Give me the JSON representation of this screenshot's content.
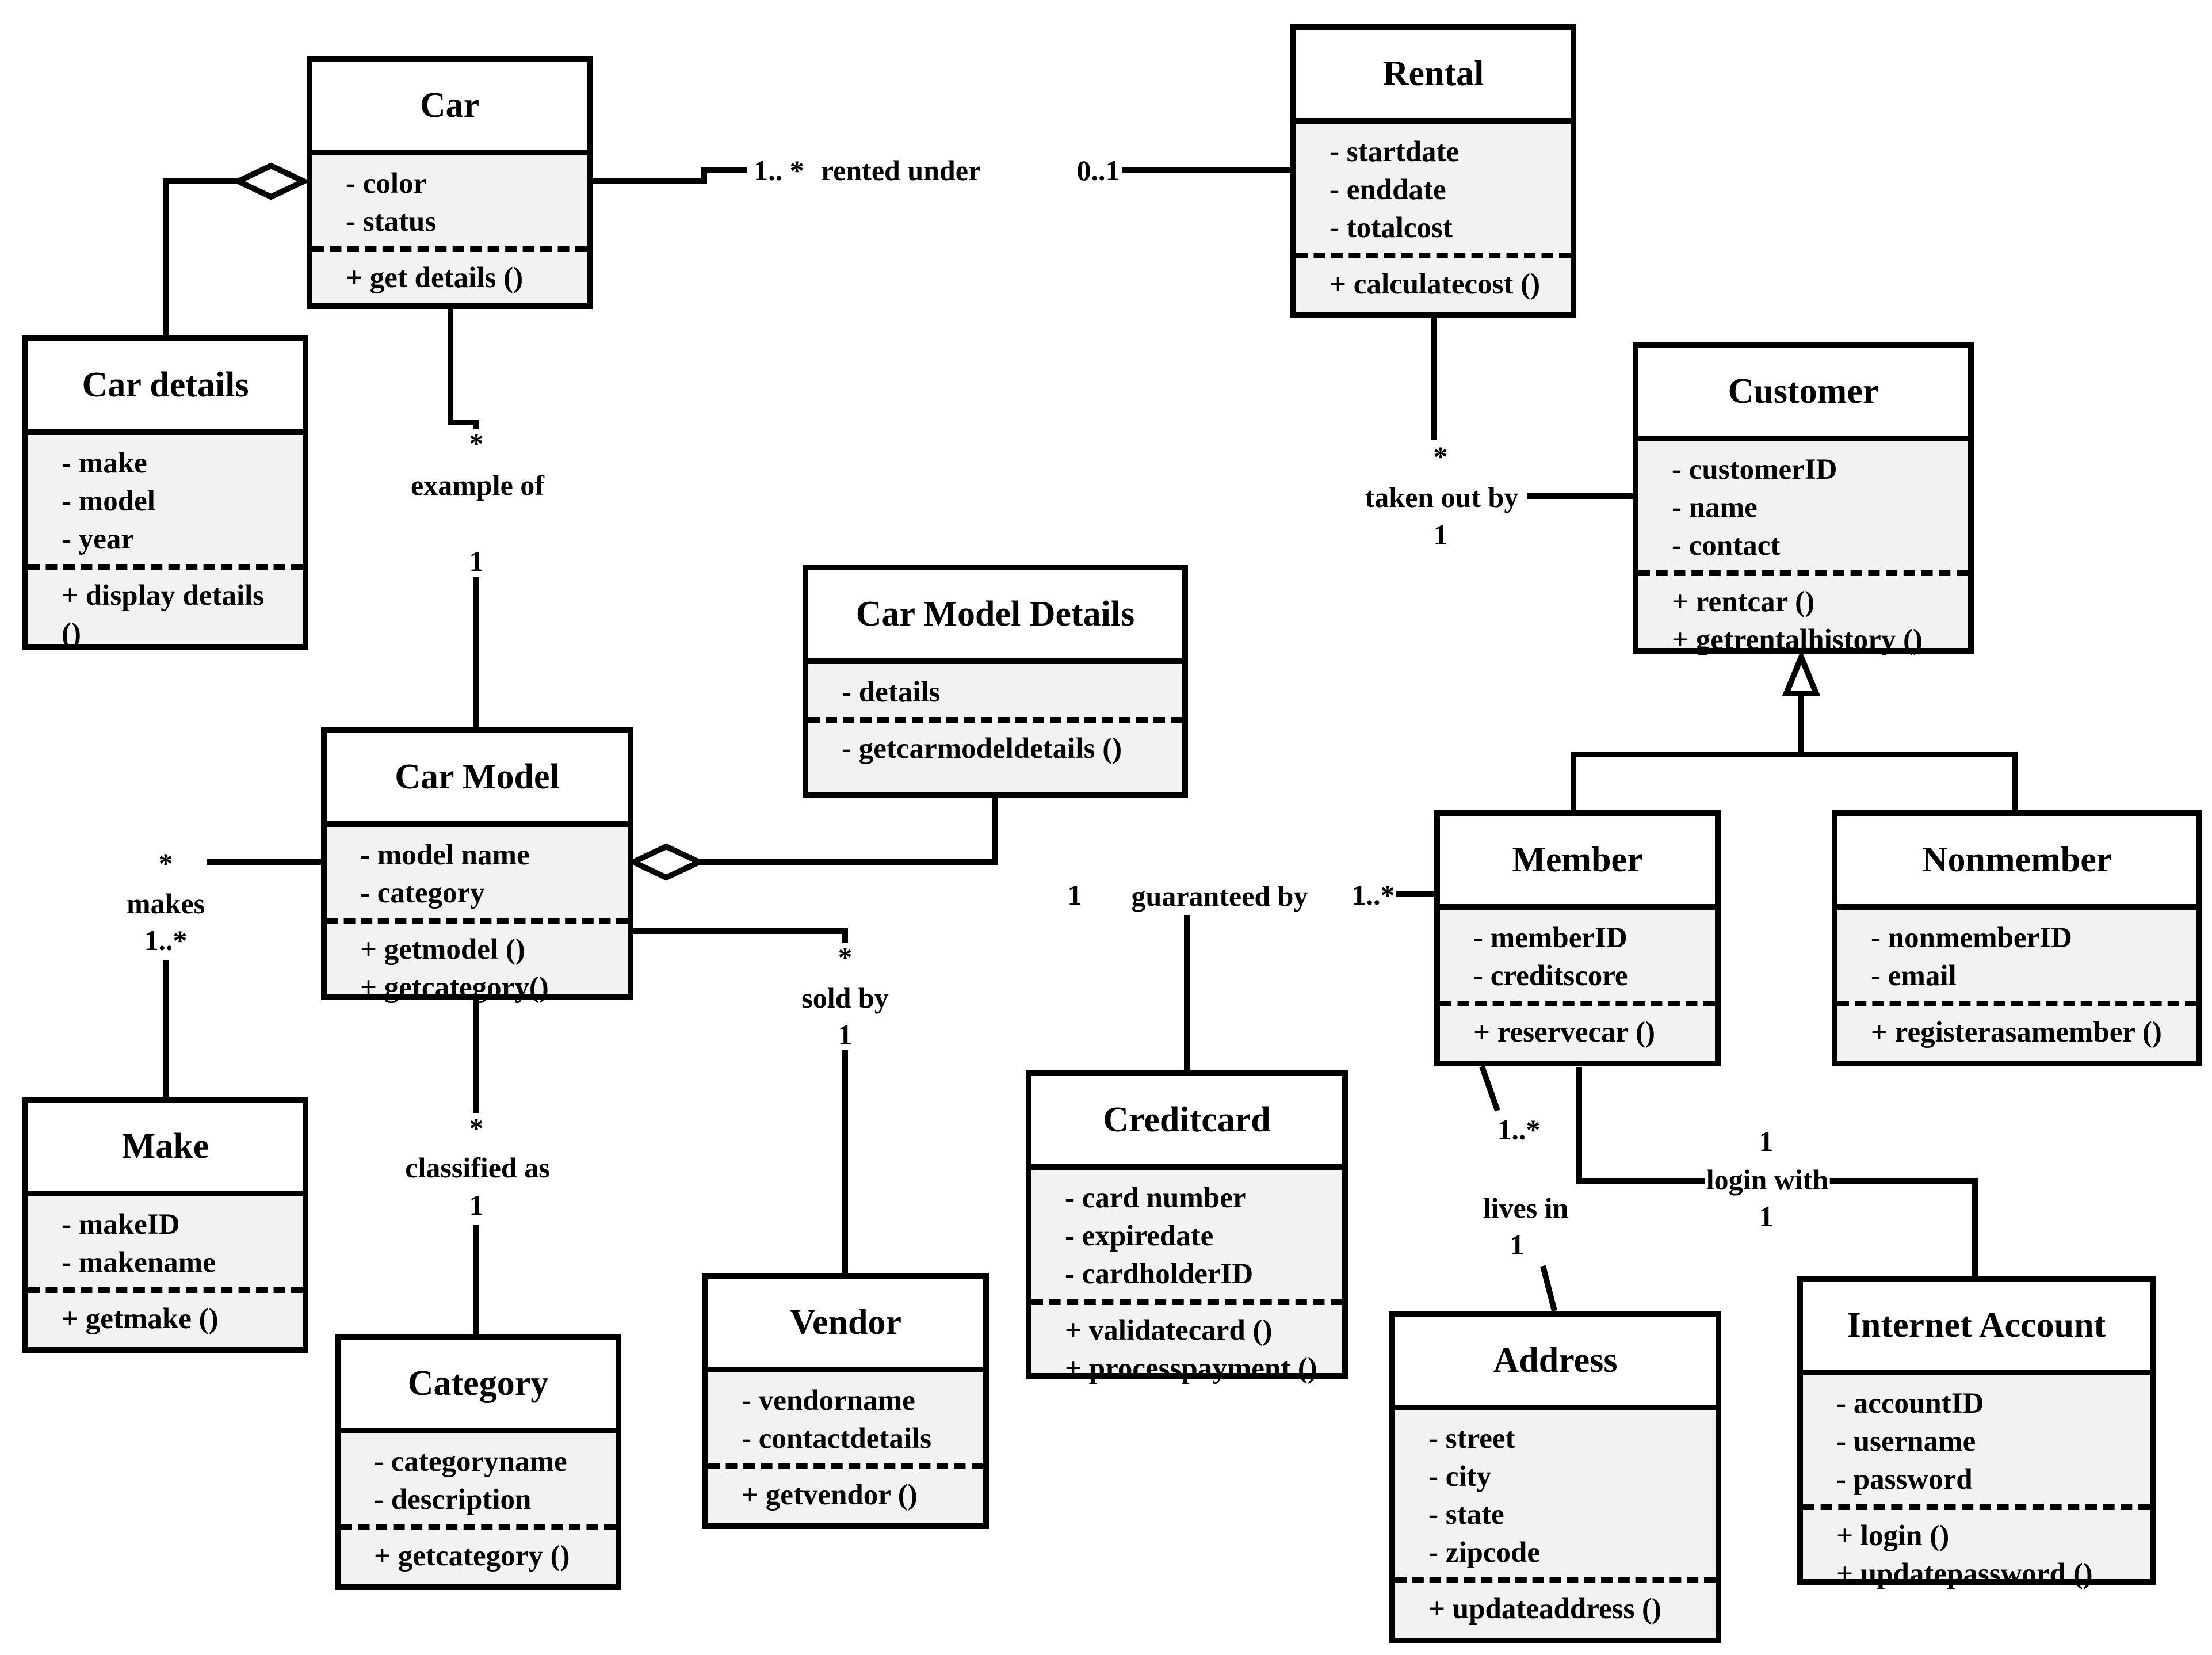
{
  "classes": {
    "car": {
      "name": "Car",
      "attributes": [
        "- color",
        "- status"
      ],
      "operations": [
        "+ get details ()"
      ]
    },
    "car_details": {
      "name": "Car details",
      "attributes": [
        "- make",
        "- model",
        "- year"
      ],
      "operations": [
        "+ display details",
        "()"
      ]
    },
    "rental": {
      "name": "Rental",
      "attributes": [
        "- startdate",
        "- enddate",
        "- totalcost"
      ],
      "operations": [
        "+ calculatecost ()"
      ]
    },
    "customer": {
      "name": "Customer",
      "attributes": [
        "- customerID",
        "- name",
        "- contact"
      ],
      "operations": [
        "+ rentcar ()",
        "+ getrentalhistory ()"
      ]
    },
    "car_model_details": {
      "name": "Car Model Details",
      "attributes": [
        "- details"
      ],
      "operations": [
        "- getcarmodeldetails ()"
      ]
    },
    "car_model": {
      "name": "Car Model",
      "attributes": [
        "- model name",
        "- category"
      ],
      "operations": [
        "+ getmodel ()",
        "+ getcategory()"
      ]
    },
    "member": {
      "name": "Member",
      "attributes": [
        "- memberID",
        "- creditscore"
      ],
      "operations": [
        "+ reservecar ()"
      ]
    },
    "nonmember": {
      "name": "Nonmember",
      "attributes": [
        "- nonmemberID",
        "- email"
      ],
      "operations": [
        "+ registerasamember ()"
      ]
    },
    "make": {
      "name": "Make",
      "attributes": [
        "- makeID",
        "- makename"
      ],
      "operations": [
        "+ getmake ()"
      ]
    },
    "creditcard": {
      "name": "Creditcard",
      "attributes": [
        "- card number",
        "- expiredate",
        "- cardholderID"
      ],
      "operations": [
        "+ validatecard ()",
        "+ processpayment ()"
      ]
    },
    "category": {
      "name": "Category",
      "attributes": [
        "- categoryname",
        "- description"
      ],
      "operations": [
        "+ getcategory ()"
      ]
    },
    "vendor": {
      "name": "Vendor",
      "attributes": [
        "- vendorname",
        "- contactdetails"
      ],
      "operations": [
        "+ getvendor ()"
      ]
    },
    "address": {
      "name": "Address",
      "attributes": [
        "- street",
        "- city",
        "- state",
        "- zipcode"
      ],
      "operations": [
        "+ updateaddress ()"
      ]
    },
    "internet_account": {
      "name": "Internet Account",
      "attributes": [
        "- accountID",
        "- username",
        "- password"
      ],
      "operations": [
        "+ login ()",
        "+ updatepassword ()"
      ]
    }
  },
  "associations": {
    "rented_under": {
      "source_multiplicity": "1.. *",
      "label": "rented under",
      "target_multiplicity": "0..1"
    },
    "example_of": {
      "source_multiplicity": "*",
      "label": "example of",
      "target_multiplicity": "1"
    },
    "taken_out_by": {
      "source_multiplicity": "*",
      "label": "taken out by",
      "target_multiplicity": "1"
    },
    "makes": {
      "source_multiplicity": "*",
      "label": "makes",
      "target_multiplicity": "1..*"
    },
    "sold_by": {
      "source_multiplicity": "*",
      "label": "sold by",
      "target_multiplicity": "1"
    },
    "guaranteed_by": {
      "source_multiplicity": "1",
      "label": "guaranteed by",
      "target_multiplicity": "1..*"
    },
    "classified_as": {
      "source_multiplicity": "*",
      "label": "classified as",
      "target_multiplicity": "1"
    },
    "lives_in": {
      "source_multiplicity": "1..*",
      "label": "lives in",
      "target_multiplicity": "1"
    },
    "login_with": {
      "source_multiplicity": "1",
      "label": "login with",
      "target_multiplicity": "1"
    }
  }
}
